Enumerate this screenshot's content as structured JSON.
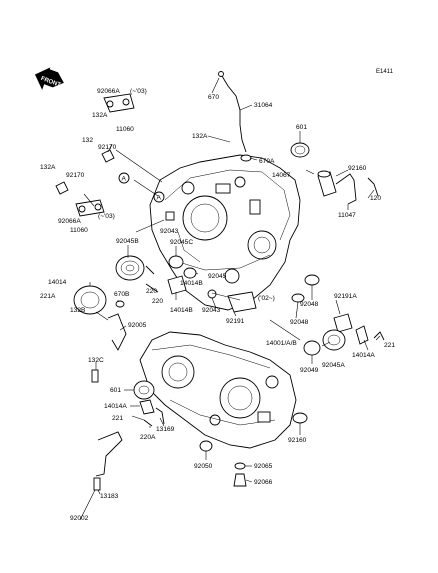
{
  "diagram_code": "E1411",
  "front_label": "FRONT",
  "ref_A": "A",
  "labels": {
    "l670": "670",
    "l31064": "31064",
    "l92066A_top": "92066A",
    "l03_top": "(~'03)",
    "l132A_top": "132A",
    "l11060_top": "11060",
    "l132A_mid": "132A",
    "l601_top": "601",
    "l670A": "670A",
    "l132": "132",
    "l92170_top": "92170",
    "l14067": "14067",
    "l92160_top": "92160",
    "l132A_left": "132A",
    "l92170_left": "92170",
    "l120": "120",
    "l11047": "11047",
    "l92066A_left": "92066A",
    "l03_left": "(~'03)",
    "l11060_left": "11060",
    "l92043_top": "92043",
    "l92045B": "92045B",
    "l92045C": "92045C",
    "l14014": "14014",
    "l221A": "221A",
    "l92045": "92045",
    "l220": "220",
    "l14014B": "14014B",
    "l670B": "670B",
    "l92043_mid": "92043",
    "l02": "('02~)",
    "l92048_a": "92048",
    "l92191A": "92191A",
    "l132B": "132B",
    "l92005": "92005",
    "l92191": "92191",
    "l92048_b": "92048",
    "l14001": "14001/A/B",
    "l221_right": "221",
    "l14014A_right": "14014A",
    "l92045A": "92045A",
    "l92049": "92049",
    "l132C": "132C",
    "l601_bot": "601",
    "l14014A_left": "14014A",
    "l221_left": "221",
    "l13169": "13169",
    "l220A": "220A",
    "l92160_bot": "92160",
    "l92050": "92050",
    "l92065": "92065",
    "l92066": "92066",
    "l13183": "13183",
    "l92002": "92002"
  }
}
